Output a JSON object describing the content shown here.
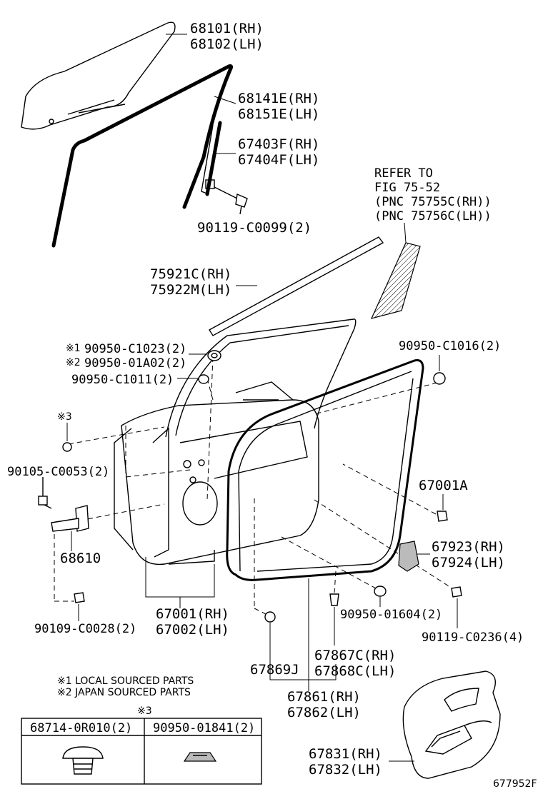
{
  "labels": {
    "glass_rh": "68101(RH)",
    "glass_lh": "68102(LH)",
    "run_rh": "68141E(RH)",
    "run_lh": "68151E(LH)",
    "channel_rh": "67403F(RH)",
    "channel_lh": "67404F(LH)",
    "bolt_0099": "90119-C0099(2)",
    "refer_1": "REFER TO",
    "refer_2": "FIG 75-52",
    "refer_3": "(PNC 75755C(RH))",
    "refer_4": "(PNC 75756C(LH))",
    "molding_rh": "75921C(RH)",
    "molding_lh": "75922M(LH)",
    "note1_mark": "※1",
    "plug_c1023": "90950-C1023(2)",
    "note2_mark": "※2",
    "plug_01a02": "90950-01A02(2)",
    "plug_c1011": "90950-C1011(2)",
    "plug_c1016": "90950-C1016(2)",
    "note3_mark": "※3",
    "bolt_c0053": "90105-C0053(2)",
    "part_67001a": "67001A",
    "hinge": "68610",
    "panel_rh": "67001(RH)",
    "panel_lh": "67002(LH)",
    "cover_rh": "67923(RH)",
    "cover_lh": "67924(LH)",
    "bolt_c0028": "90109-C0028(2)",
    "plug_01604": "90950-01604(2)",
    "bolt_c0236": "90119-C0236(4)",
    "clip_67869": "67869J",
    "clip_rh": "67867C(RH)",
    "clip_lh": "67868C(LH)",
    "weather_rh": "67861(RH)",
    "weather_lh": "67862(LH)",
    "trim_rh": "67831(RH)",
    "trim_lh": "67832(LH)",
    "diagram_id": "677952F"
  },
  "notes": {
    "local": "※1 LOCAL SOURCED PARTS",
    "japan": "※2 JAPAN SOURCED PARTS"
  },
  "table": {
    "mark": "※3",
    "col1": "68714-0R010(2)",
    "col2": "90950-01841(2)"
  }
}
